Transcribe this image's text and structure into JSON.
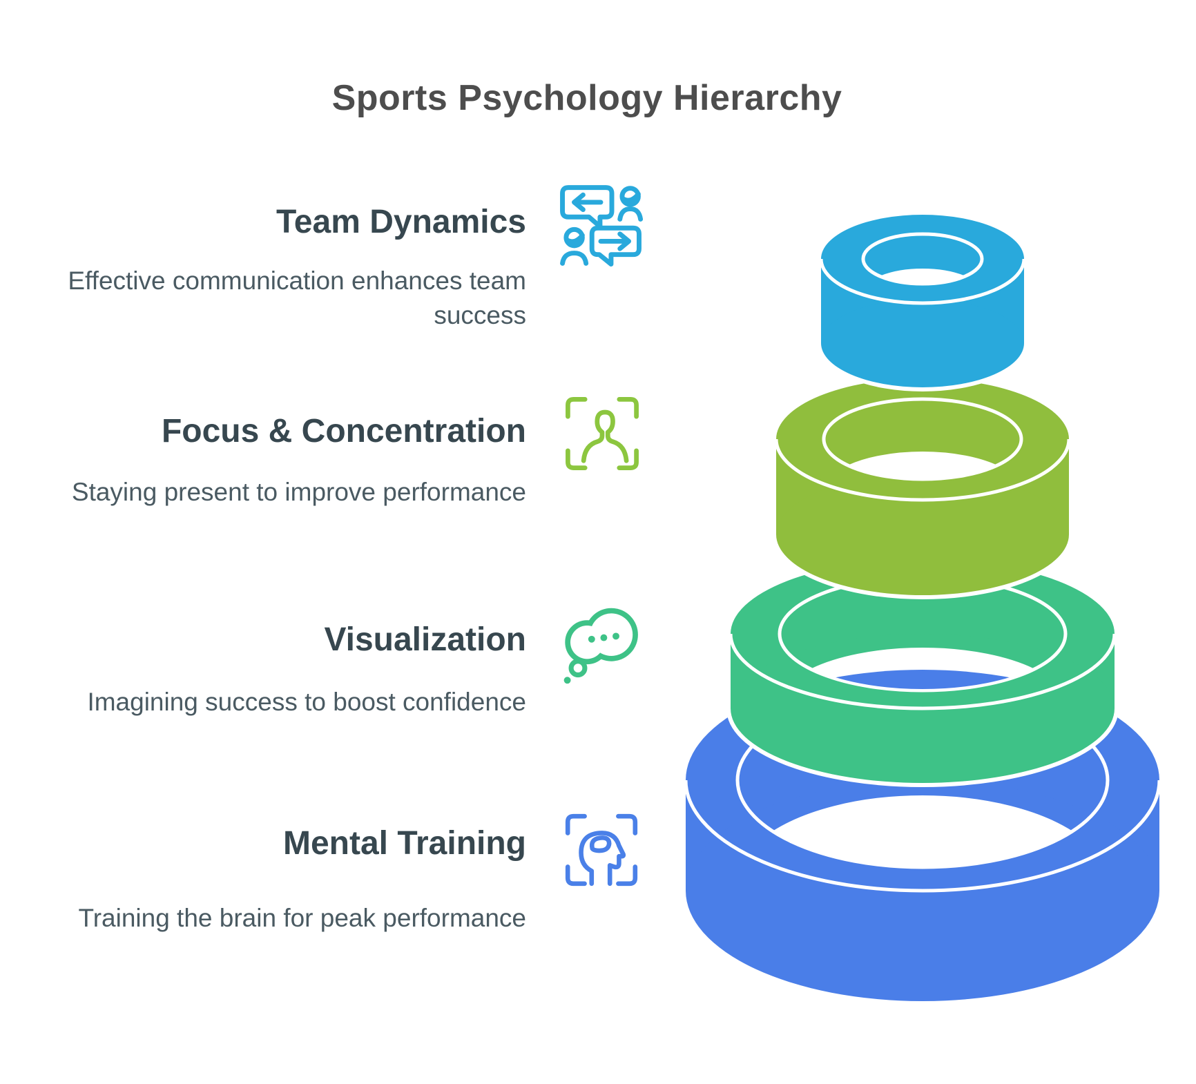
{
  "title": "Sports Psychology Hierarchy",
  "colors": {
    "title_text": "#4D4D4D",
    "heading_text": "#37474F",
    "description_text": "#4A5A62",
    "background": "#FFFFFF"
  },
  "levels": [
    {
      "rank": 1,
      "heading": "Team Dynamics",
      "description": "Effective communication enhances team success",
      "icon": "speech-bubbles-people-icon",
      "icon_color": "#29A9DC",
      "ring_color": "#29A9DC"
    },
    {
      "rank": 2,
      "heading": "Focus & Concentration",
      "description": "Staying present to improve performance",
      "icon": "person-in-focus-frame-icon",
      "icon_color": "#8CC63F",
      "ring_color": "#90BE3D"
    },
    {
      "rank": 3,
      "heading": "Visualization",
      "description": "Imagining success to boost confidence",
      "icon": "thought-bubble-icon",
      "icon_color": "#3EC287",
      "ring_color": "#3EC287"
    },
    {
      "rank": 4,
      "heading": "Mental Training",
      "description": "Training the brain for peak performance",
      "icon": "head-brain-focus-icon",
      "icon_color": "#4A80E8",
      "ring_color": "#4A7EE8"
    }
  ]
}
